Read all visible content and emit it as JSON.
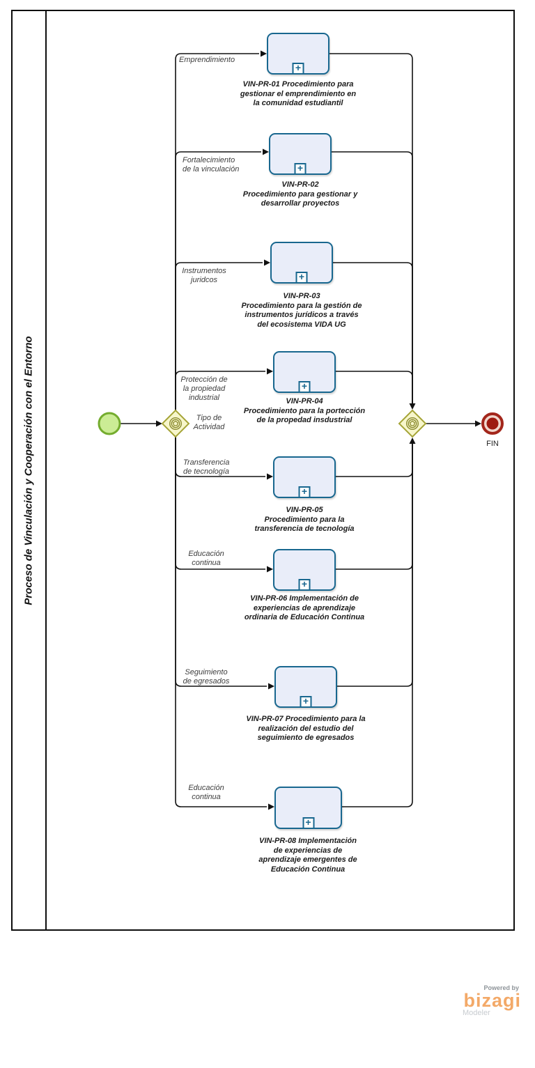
{
  "pool": {
    "title": "Proceso de Vinculación y Cooperación con el Entorno"
  },
  "split_gateway": {
    "label": "Tipo de\nActividad"
  },
  "end_event": {
    "label": "FIN"
  },
  "tasks": [
    {
      "edge_label": "Emprendimiento",
      "caption": "VIN-PR-01 Procedimiento para\ngestionar el emprendimiento en\nla comunidad estudiantil"
    },
    {
      "edge_label": "Fortalecimiento\nde la vinculación",
      "caption": "VIN-PR-02\nProcedimiento para gestionar y\ndesarrollar proyectos"
    },
    {
      "edge_label": "Instrumentos\njuridcos",
      "caption": "VIN-PR-03\nProcedimiento para la gestión de\ninstrumentos jurídicos a través\ndel ecosistema VIDA UG"
    },
    {
      "edge_label": "Protección de\nla propiedad\nindustrial",
      "caption": "VIN-PR-04\nProcedimiento para la portección\nde la propedad insdustrial"
    },
    {
      "edge_label": "Transferencia\nde tecnología",
      "caption": "VIN-PR-05\nProcedimiento para la\ntransferencia de tecnología"
    },
    {
      "edge_label": "Educación\ncontinua",
      "caption": "VIN-PR-06 Implementación de\nexperiencias de aprendizaje\nordinaria de Educación Continua"
    },
    {
      "edge_label": "Seguimiento\nde egresados",
      "caption": "VIN-PR-07 Procedimiento para la\nrealización del estudio del\nseguimiento de egresados"
    },
    {
      "edge_label": "Educación\ncontinua",
      "caption": "VIN-PR-08 Implementación\nde experiencias de\naprendizaje emergentes de\nEducación Continua"
    }
  ],
  "icons": {
    "subprocess_marker": "+"
  },
  "branding": {
    "powered_by": "Powered by",
    "brand": "bizagi",
    "product": "Modeler"
  },
  "colors": {
    "task_fill": "#E9EDF9",
    "task_border": "#18678F",
    "gateway_fill": "#F7F6CB",
    "gateway_border": "#A5A437",
    "start_fill": "#CBEC95",
    "start_border": "#74AC2E",
    "end_color": "#9E1A10",
    "flow_color": "#111111",
    "brand_orange": "#F3A968"
  }
}
